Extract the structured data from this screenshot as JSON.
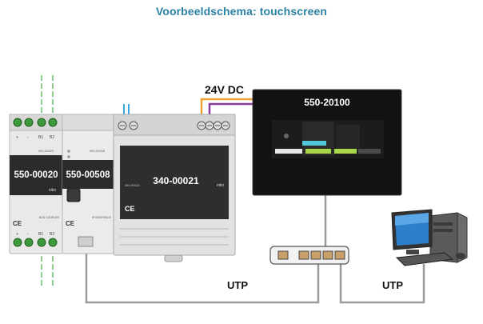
{
  "title": "Voorbeeldschema: touchscreen",
  "labels": {
    "voltage": "24V DC",
    "utp_left": "UTP",
    "utp_right": "UTP"
  },
  "modules": {
    "coupler": {
      "number": "550-00020",
      "small_code": "550-00020",
      "terminals_top": [
        "+",
        "-",
        "B1",
        "B2"
      ],
      "terminals_bottom": [
        "+",
        "-",
        "B1",
        "B2"
      ],
      "side_text": "BUS COUPLER",
      "brand": "niko",
      "ce": "CE"
    },
    "ip_interface": {
      "number": "550-00508",
      "small_code": "550-00508",
      "side_text": "IP INTERFACE",
      "ce": "CE"
    },
    "power_supply": {
      "number": "340-00021",
      "small_code": "340-00021",
      "brand": "niko",
      "ce": "CE"
    }
  },
  "touchscreen": {
    "model": "550-20100",
    "screen_buttons": [
      "",
      "",
      "",
      ""
    ]
  },
  "colors": {
    "title": "#2b82a6",
    "wire_orange": "#f0a030",
    "wire_purple": "#8a3a9a",
    "wire_green": "#8fd08f",
    "wire_blue": "#3aa6e0",
    "cable_gray": "#9a9a9a",
    "module_dark": "#2b2b2b",
    "screen_green": "#a8d54a",
    "screen_cyan": "#50c8d8"
  }
}
